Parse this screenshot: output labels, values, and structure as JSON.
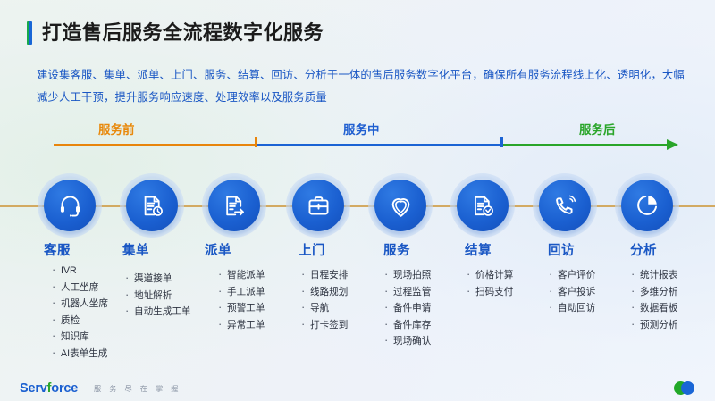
{
  "title": "打造售后服务全流程数字化服务",
  "subtitle": "建设集客服、集单、派单、上门、服务、结算、回访、分析于一体的售后服务数字化平台，确保所有服务流程线上化、透明化，大幅减少人工干预，提升服务响应速度、处理效率以及服务质量",
  "phases": [
    {
      "label": "服务前",
      "color": "#e8890c"
    },
    {
      "label": "服务中",
      "color": "#1f5fd0"
    },
    {
      "label": "服务后",
      "color": "#2aa52a"
    }
  ],
  "timeline": {
    "segment_colors": [
      "#e8850c",
      "#1b63d4",
      "#2aa52a"
    ],
    "connector_color": "#cf9e49"
  },
  "stages": [
    {
      "name": "客服",
      "icon": "headset-icon",
      "items": [
        "IVR",
        "人工坐席",
        "机器人坐席",
        "质检",
        "知识库",
        "AI表单生成"
      ]
    },
    {
      "name": "集单",
      "icon": "document-clock-icon",
      "items": [
        "渠道接单",
        "地址解析",
        "自动生成工单"
      ]
    },
    {
      "name": "派单",
      "icon": "document-arrow-icon",
      "items": [
        "智能派单",
        "手工派单",
        "预警工单",
        "异常工单"
      ]
    },
    {
      "name": "上门",
      "icon": "toolbox-icon",
      "items": [
        "日程安排",
        "线路规划",
        "导航",
        "打卡签到"
      ]
    },
    {
      "name": "服务",
      "icon": "heart-shield-icon",
      "items": [
        "现场拍照",
        "过程监管",
        "备件申请",
        "备件库存",
        "现场确认"
      ]
    },
    {
      "name": "结算",
      "icon": "document-check-icon",
      "items": [
        "价格计算",
        "扫码支付"
      ]
    },
    {
      "name": "回访",
      "icon": "phone-call-icon",
      "items": [
        "客户评价",
        "客户投诉",
        "自动回访"
      ]
    },
    {
      "name": "分析",
      "icon": "pie-chart-icon",
      "items": [
        "统计报表",
        "多维分析",
        "数据看板",
        "预测分析"
      ]
    }
  ],
  "footer": {
    "brand_part1": "Serv",
    "brand_part2": "f",
    "brand_part3": "orce",
    "tagline": "服 务 尽 在 掌 握",
    "accent_green": "#22a828",
    "accent_blue": "#1a66d6"
  }
}
